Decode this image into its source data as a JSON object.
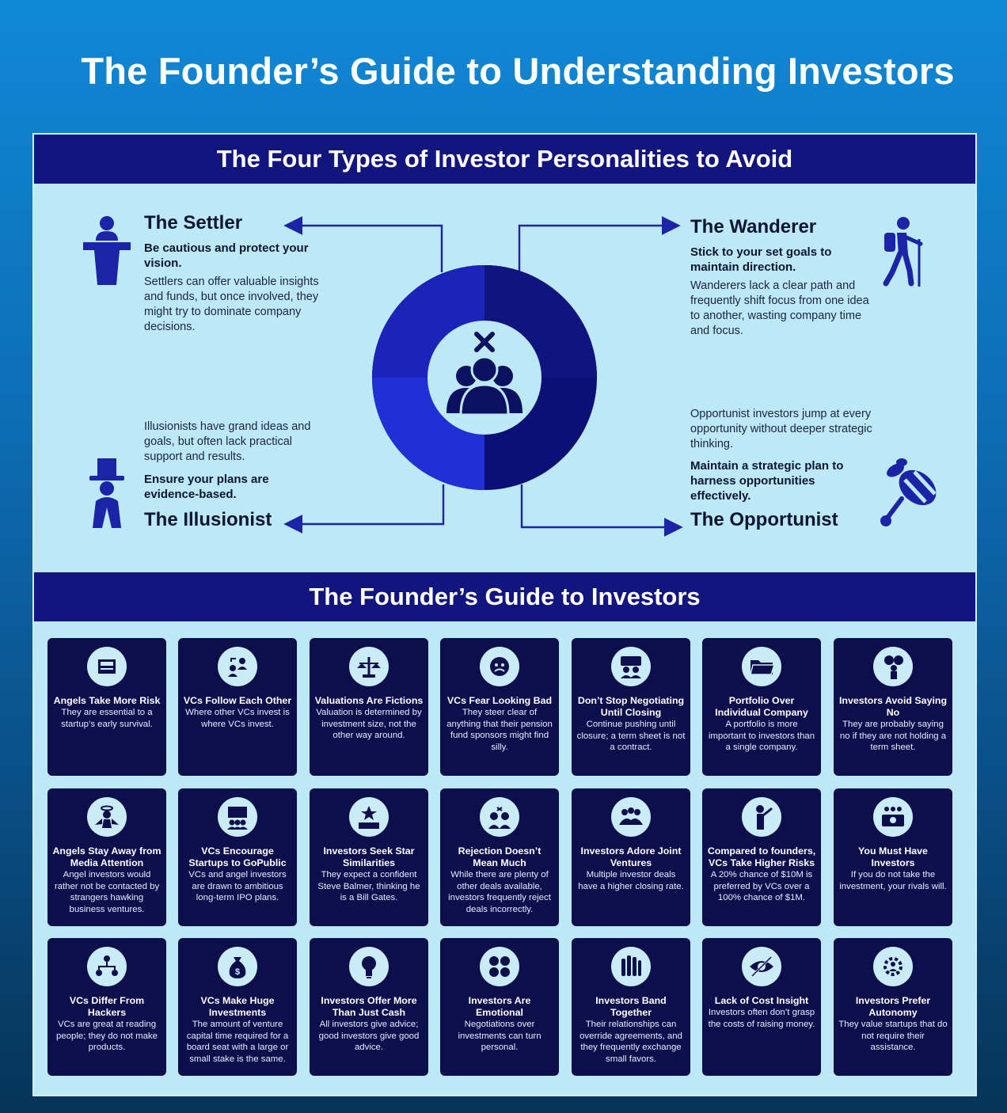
{
  "title": "The Founder’s Guide to Understanding Investors",
  "section1": {
    "heading": "The Four Types of Investor Personalities to Avoid",
    "personalities": [
      {
        "key": "settler",
        "name": "The Settler",
        "advice": "Be cautious and protect your vision.",
        "desc": "Settlers can offer valuable insights and funds, but once involved, they might try to dominate company decisions.",
        "icon": "podium-speaker-icon"
      },
      {
        "key": "wanderer",
        "name": "The Wanderer",
        "advice": "Stick to your set goals to maintain direction.",
        "desc": "Wanderers lack a clear path and frequently shift focus from one idea to another, wasting company time and focus.",
        "icon": "hiker-icon"
      },
      {
        "key": "illusionist",
        "name": "The Illusionist",
        "advice": "Ensure your plans are evidence-based.",
        "desc": "Illusionists have grand ideas and goals, but often lack practical support and results.",
        "icon": "magician-icon"
      },
      {
        "key": "opportunist",
        "name": "The Opportunist",
        "advice": "Maintain a strategic plan to harness opportunities effectively.",
        "desc": "Opportunist investors jump at every opportunity without deeper strategic thinking.",
        "icon": "bee-icon"
      }
    ]
  },
  "section2": {
    "heading": "The Founder’s Guide to Investors",
    "cards": [
      {
        "title": "Angels Take More Risk",
        "desc": "They are essential to a startup’s early survival.",
        "icon": "risk-sign-icon"
      },
      {
        "title": "VCs Follow Each Other",
        "desc": "Where other VCs invest is where VCs invest.",
        "icon": "people-exchange-icon"
      },
      {
        "title": "Valuations Are Fictions",
        "desc": "Valuation is determined by investment size, not the other way around.",
        "icon": "scale-money-icon"
      },
      {
        "title": "VCs Fear Looking Bad",
        "desc": "They steer clear of anything that their pension fund sponsors might find silly.",
        "icon": "worried-face-icon"
      },
      {
        "title": "Don’t Stop Negotiating Until Closing",
        "desc": "Continue pushing until closure; a term sheet is not a contract.",
        "icon": "negotiation-icon"
      },
      {
        "title": "Portfolio Over Individual Company",
        "desc": "A portfolio is more important to investors than a single company.",
        "icon": "folder-icon"
      },
      {
        "title": "Investors Avoid Saying No",
        "desc": "They are probably saying no if they are not holding a term sheet.",
        "icon": "yes-no-person-icon"
      },
      {
        "title": "Angels Stay Away from Media Attention",
        "desc": "Angel investors would rather not be contacted by strangers hawking business ventures.",
        "icon": "angel-icon"
      },
      {
        "title": "VCs Encourage Startups to GoPublic",
        "desc": "VCs and angel investors are drawn to ambitious long-term IPO plans.",
        "icon": "presentation-icon"
      },
      {
        "title": "Investors Seek Star Similarities",
        "desc": "They expect a confident Steve Balmer, thinking he is a Bill Gates.",
        "icon": "star-rating-icon"
      },
      {
        "title": "Rejection Doesn’t Mean Much",
        "desc": "While there are plenty of other deals available, investors frequently reject deals incorrectly.",
        "icon": "rejection-icon"
      },
      {
        "title": "Investors Adore Joint Ventures",
        "desc": "Multiple investor deals have a higher closing rate.",
        "icon": "group-icon"
      },
      {
        "title": "Compared to founders, VCs Take Higher Risks",
        "desc": "A 20% chance of $10M is preferred by VCs over a 100% chance of $1M.",
        "icon": "pointing-person-icon"
      },
      {
        "title": "You Must Have Investors",
        "desc": "If you do not take the investment, your rivals will.",
        "icon": "cash-team-icon"
      },
      {
        "title": "VCs Differ From Hackers",
        "desc": "VCs are great at reading people; they do not make products.",
        "icon": "hierarchy-icon"
      },
      {
        "title": "VCs Make Huge Investments",
        "desc": "The amount of venture capital time required for a board seat with a large or small stake is the same.",
        "icon": "money-bag-icon"
      },
      {
        "title": "Investors Offer More Than Just Cash",
        "desc": "All investors give advice; good investors give good advice.",
        "icon": "lightbulb-icon"
      },
      {
        "title": "Investors Are Emotional",
        "desc": "Negotiations over investments can turn personal.",
        "icon": "emotions-icon"
      },
      {
        "title": "Investors Band Together",
        "desc": "Their relationships can override agreements, and they frequently exchange small favors.",
        "icon": "raised-hands-icon"
      },
      {
        "title": "Lack of Cost Insight",
        "desc": "Investors often don’t grasp the costs of raising money.",
        "icon": "hidden-eye-icon"
      },
      {
        "title": "Investors Prefer Autonomy",
        "desc": "They value startups that do not require their assistance.",
        "icon": "autonomy-gear-icon"
      }
    ]
  },
  "colors": {
    "navy": "#12157e",
    "deep": "#0c0f4c",
    "light": "#bde8f6",
    "ring_a": "#1a24b8",
    "ring_b": "#0b1076",
    "ring_c": "#2030d6",
    "ring_d": "#0e157e"
  }
}
